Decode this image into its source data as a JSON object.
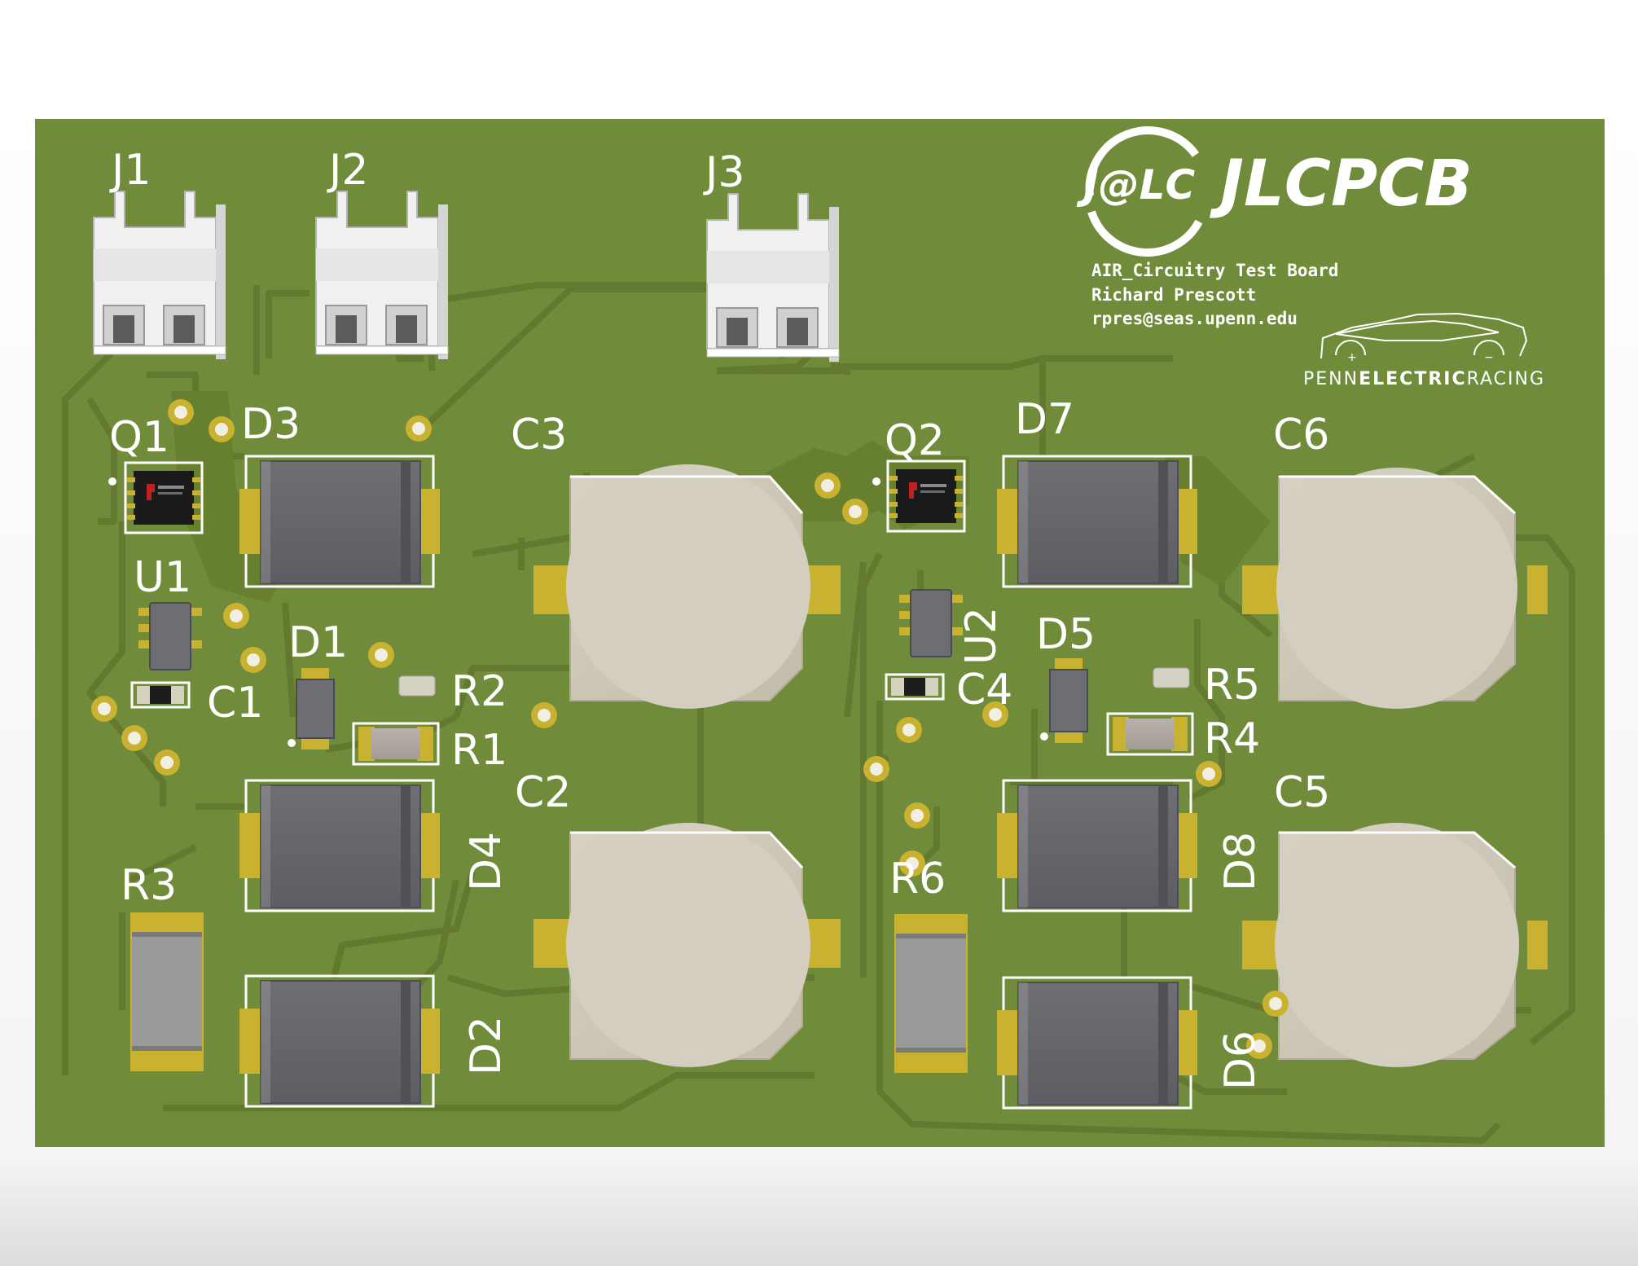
{
  "board": {
    "title": "AIR_Circuitry Test Board",
    "author": "Richard Prescott",
    "email": "rpres@seas.upenn.edu",
    "colors": {
      "soldermask": "#708c3a",
      "trace": "#637d30",
      "copper_pour": "#66802f",
      "pad_gold": "#c9b22f",
      "silkscreen": "#ffffff"
    }
  },
  "logos": {
    "jlc_badge": "J@LC",
    "jlc_text": "JLCPCB",
    "penn": {
      "part1": "PENN",
      "part2": "ELECTRIC",
      "part3": "RACING"
    }
  },
  "labels": {
    "J1": "J1",
    "J2": "J2",
    "J3": "J3",
    "Q1": "Q1",
    "Q2": "Q2",
    "U1": "U1",
    "U2": "U2",
    "C1": "C1",
    "C2": "C2",
    "C3": "C3",
    "C4": "C4",
    "C5": "C5",
    "C6": "C6",
    "D1": "D1",
    "D2": "D2",
    "D3": "D3",
    "D4": "D4",
    "D5": "D5",
    "D6": "D6",
    "D7": "D7",
    "D8": "D8",
    "R1": "R1",
    "R2": "R2",
    "R3": "R3",
    "R4": "R4",
    "R5": "R5",
    "R6": "R6"
  },
  "icons": {
    "car": "car-outline-icon",
    "ti": "ti-logo-icon"
  }
}
